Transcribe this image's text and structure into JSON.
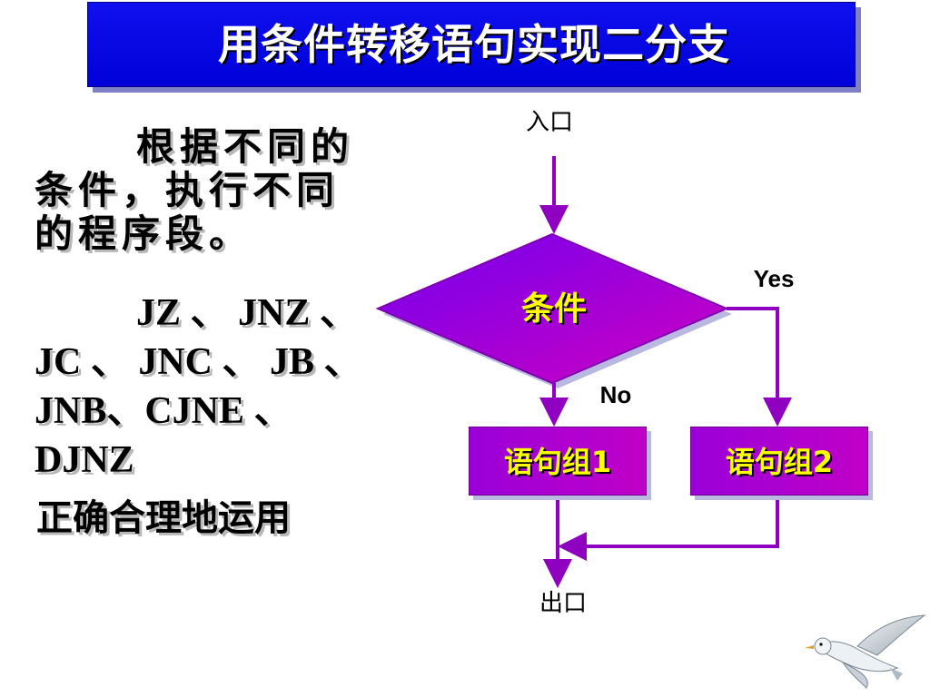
{
  "title": "用条件转移语句实现二分支",
  "left_text": {
    "para1": "根据不同的条件，执行不同的程序段。",
    "para2": "JZ 、 JNZ 、 JC 、 JNC 、 JB 、 JNB、CJNE 、 DJNZ",
    "para3": "正确合理地运用"
  },
  "flowchart": {
    "entry_label": "入口",
    "condition_label": "条件",
    "yes_label": "Yes",
    "no_label": "No",
    "block1_label": "语句组1",
    "block2_label": "语句组2",
    "exit_label": "出口"
  },
  "colors": {
    "title_bar": "#0000e0",
    "flow_fill": "#b000d0",
    "flow_line": "#9000c0",
    "flow_text": "#ffff00"
  }
}
